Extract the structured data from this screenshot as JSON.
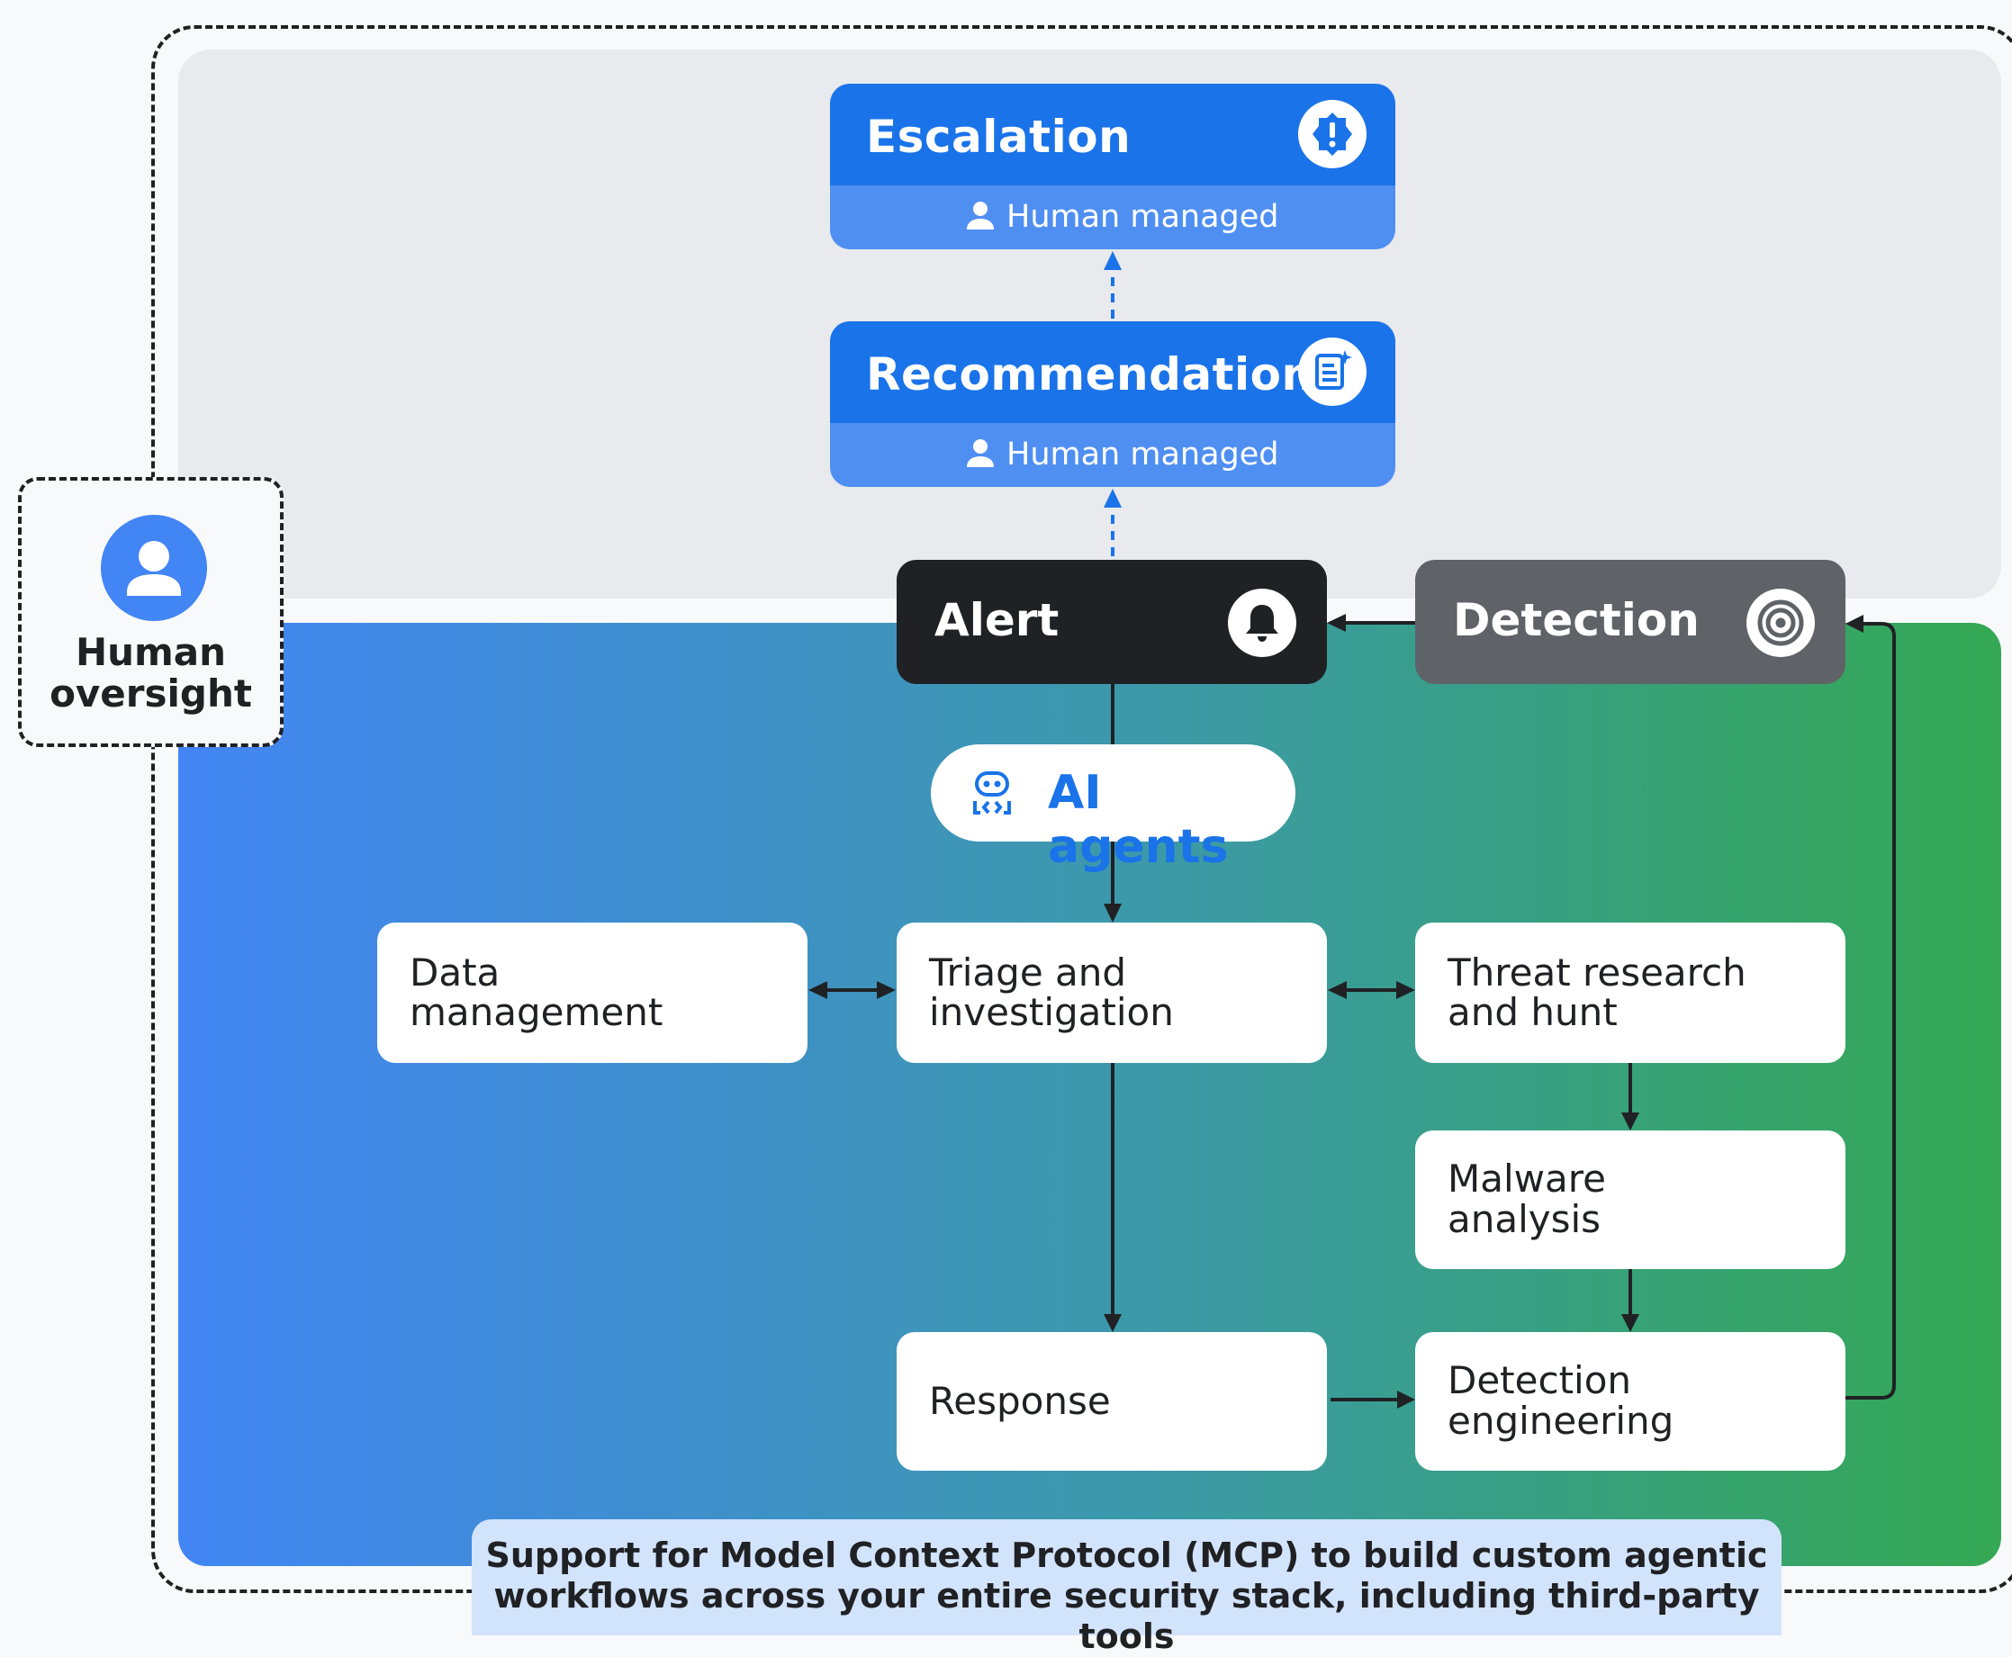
{
  "human": {
    "label_line1": "Human",
    "label_line2": "oversight",
    "icon": "person-icon"
  },
  "escalation": {
    "title": "Escalation",
    "subtitle": "Human managed",
    "icon": "alert-badge-icon"
  },
  "recommendation": {
    "title": "Recommendation",
    "subtitle": "Human managed",
    "icon": "doc-sparkle-icon"
  },
  "alert": {
    "title": "Alert",
    "icon": "bell-icon"
  },
  "detection": {
    "title": "Detection",
    "icon": "target-icon"
  },
  "ai_agents": {
    "title": "AI agents",
    "icon": "robot-code-icon"
  },
  "nodes": {
    "data_management": [
      "Data",
      "management"
    ],
    "triage": [
      "Triage and",
      "investigation"
    ],
    "threat": [
      "Threat research",
      "and hunt"
    ],
    "malware": [
      "Malware",
      "analysis"
    ],
    "response": [
      "Response"
    ],
    "detection_engineering": [
      "Detection",
      "engineering"
    ]
  },
  "mcp": {
    "line1": "Support for Model Context Protocol (MCP) to build custom agentic",
    "line2": "workflows across your entire security stack, including third-party tools"
  },
  "colors": {
    "blue": "#1a73e8",
    "blue_light": "#4f8ff2",
    "dark": "#202124",
    "grey": "#5f6368",
    "green": "#34a853",
    "mcp_bg": "#d2e3fc"
  }
}
